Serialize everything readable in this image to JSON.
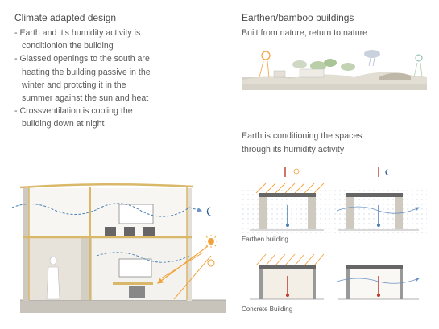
{
  "left": {
    "title": "Climate adapted design",
    "bullets": [
      [
        "- Earth and it's humidity activity is",
        "  conditionion the building"
      ],
      [
        "- Glassed openings to the south are",
        "  heating the building passive in the",
        "  winter and protcting it in the",
        "  summer against the sun and heat"
      ],
      [
        "- Crossventilation is cooling the",
        "  building down at night"
      ]
    ]
  },
  "right_top": {
    "title": "Earthen/bamboo buildings",
    "subtitle": "Built from nature, return to nature"
  },
  "right_mid": {
    "line1": "Earth is conditioning the spaces",
    "line2": "through its humidity activity"
  },
  "labels": {
    "earthen": "Earthen building",
    "concrete": "Concrete Building"
  },
  "colors": {
    "bamboo": "#d9b86a",
    "wind": "#4a7fb5",
    "sun": "#f2a23a",
    "wall": "#cfcac0",
    "ground": "#c8c4bb"
  }
}
